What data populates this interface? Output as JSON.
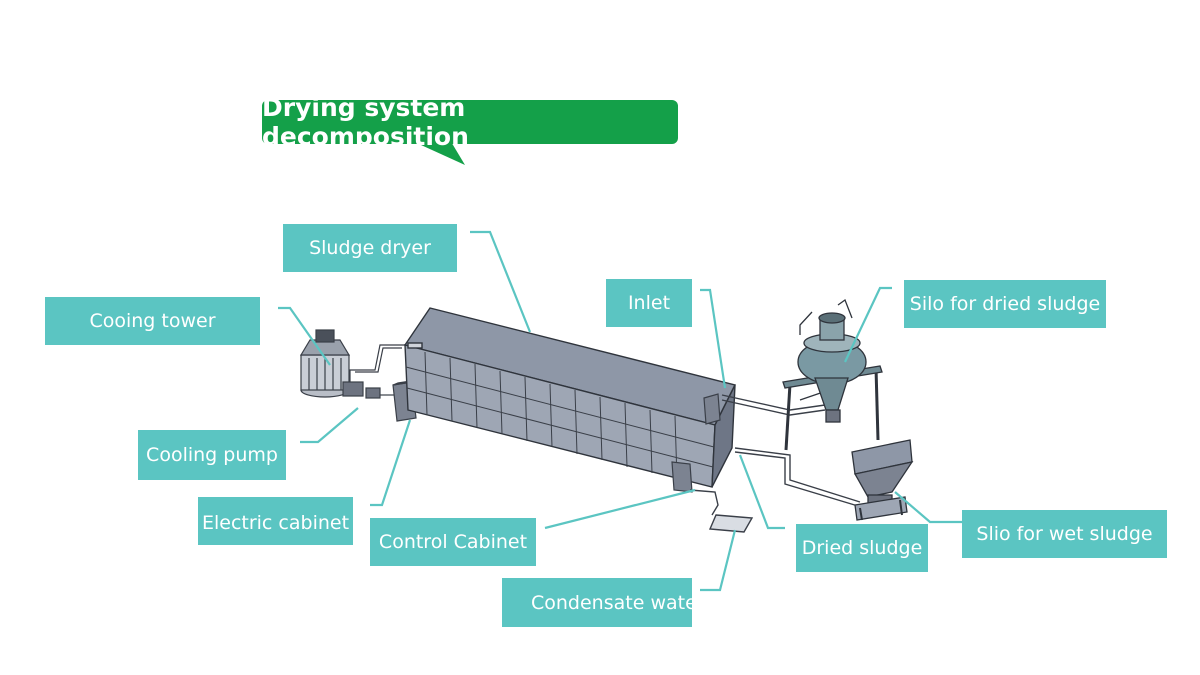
{
  "title": "Drying system decomposition",
  "colors": {
    "title_bg": "#14a049",
    "label_bg": "#5bc5c2",
    "leader_line": "#5bc5c2",
    "equipment_fill": "#8a93a3",
    "equipment_stroke": "#3a3f48"
  },
  "labels": {
    "sludge_dryer": "Sludge dryer",
    "cooling_tower": "Cooing tower",
    "cooling_pump": "Cooling pump",
    "electric_cabinet": "Electric cabinet",
    "control_cabinet": "Control Cabinet",
    "condensate_water": "Condensate water",
    "inlet": "Inlet",
    "silo_dried": "Silo for dried sludge",
    "dried_sludge": "Dried sludge",
    "silo_wet": "Slio for wet sludge"
  }
}
